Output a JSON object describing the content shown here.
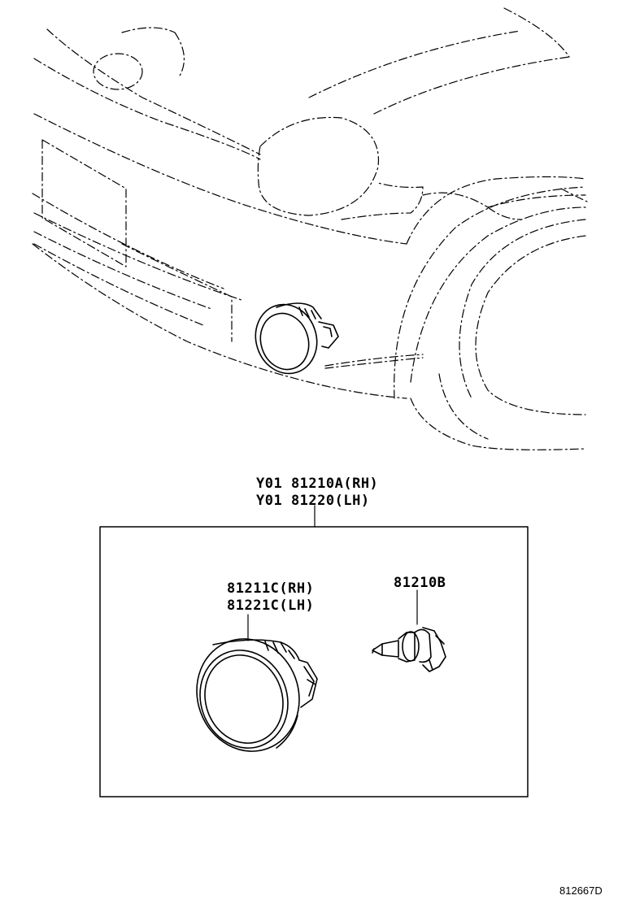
{
  "assembly": {
    "rh": "Y01 81210A(RH)",
    "lh": "Y01 81220(LH)"
  },
  "unit": {
    "rh": "81211C(RH)",
    "lh": "81221C(LH)"
  },
  "bulb": "81210B",
  "illustration_code": "812667D",
  "colors": {
    "ink": "#000000",
    "background": "#ffffff"
  }
}
